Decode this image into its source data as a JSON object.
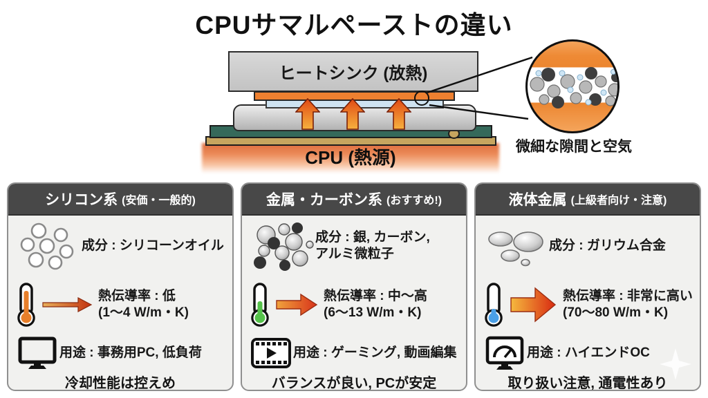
{
  "title": "CPUサマルペーストの違い",
  "diagram": {
    "heatsink_label": "ヒートシンク (放熱)",
    "cpu_label": "CPU (熱源)",
    "detail_caption": "微細な隙間と空気",
    "colors": {
      "paste_orange": "#ee8030",
      "gap_layer_blue": "#cfe3f1",
      "pcb_green": "#35695a",
      "substrate_tan": "#c6a55f",
      "heat_glow_orange": "#dd6b3d",
      "header_gray": "#484848"
    }
  },
  "cards": [
    {
      "header_main": "シリコン系",
      "header_sub": "(安価・一般的)",
      "component_icon": "oil-droplets-icon",
      "component_text": "成分 : シリコーンオイル",
      "thermometer_color": "#e87f2a",
      "conductivity_text": "熱伝導率 : 低\n(1〜4 W/m・K)",
      "usage_icon": "monitor-icon",
      "usage_text": "用途 : 事務用PC, 低負荷",
      "note": "冷却性能は控えめ"
    },
    {
      "header_main": "金属・カーボン系",
      "header_sub": "(おすすめ!)",
      "component_icon": "metal-particles-icon",
      "component_text": "成分 : 銀, カーボン,\nアルミ微粒子",
      "thermometer_color": "#55c24a",
      "conductivity_text": "熱伝導率 : 中〜高\n(6〜13 W/m・K)",
      "usage_icon": "film-play-icon",
      "usage_text": "用途 : ゲーミング, 動画編集",
      "note": "バランスが良い, PCが安定"
    },
    {
      "header_main": "液体金属",
      "header_sub": "(上級者向け・注意)",
      "component_icon": "liquid-metal-drops-icon",
      "component_text": "成分 : ガリウム合金",
      "thermometer_color": "#4aa0e8",
      "conductivity_text": "熱伝導率 : 非常に高い\n(70〜80 W/m・K)",
      "usage_icon": "gauge-monitor-icon",
      "usage_text": "用途 : ハイエンドOC",
      "note": "取り扱い注意, 通電性あり"
    }
  ]
}
